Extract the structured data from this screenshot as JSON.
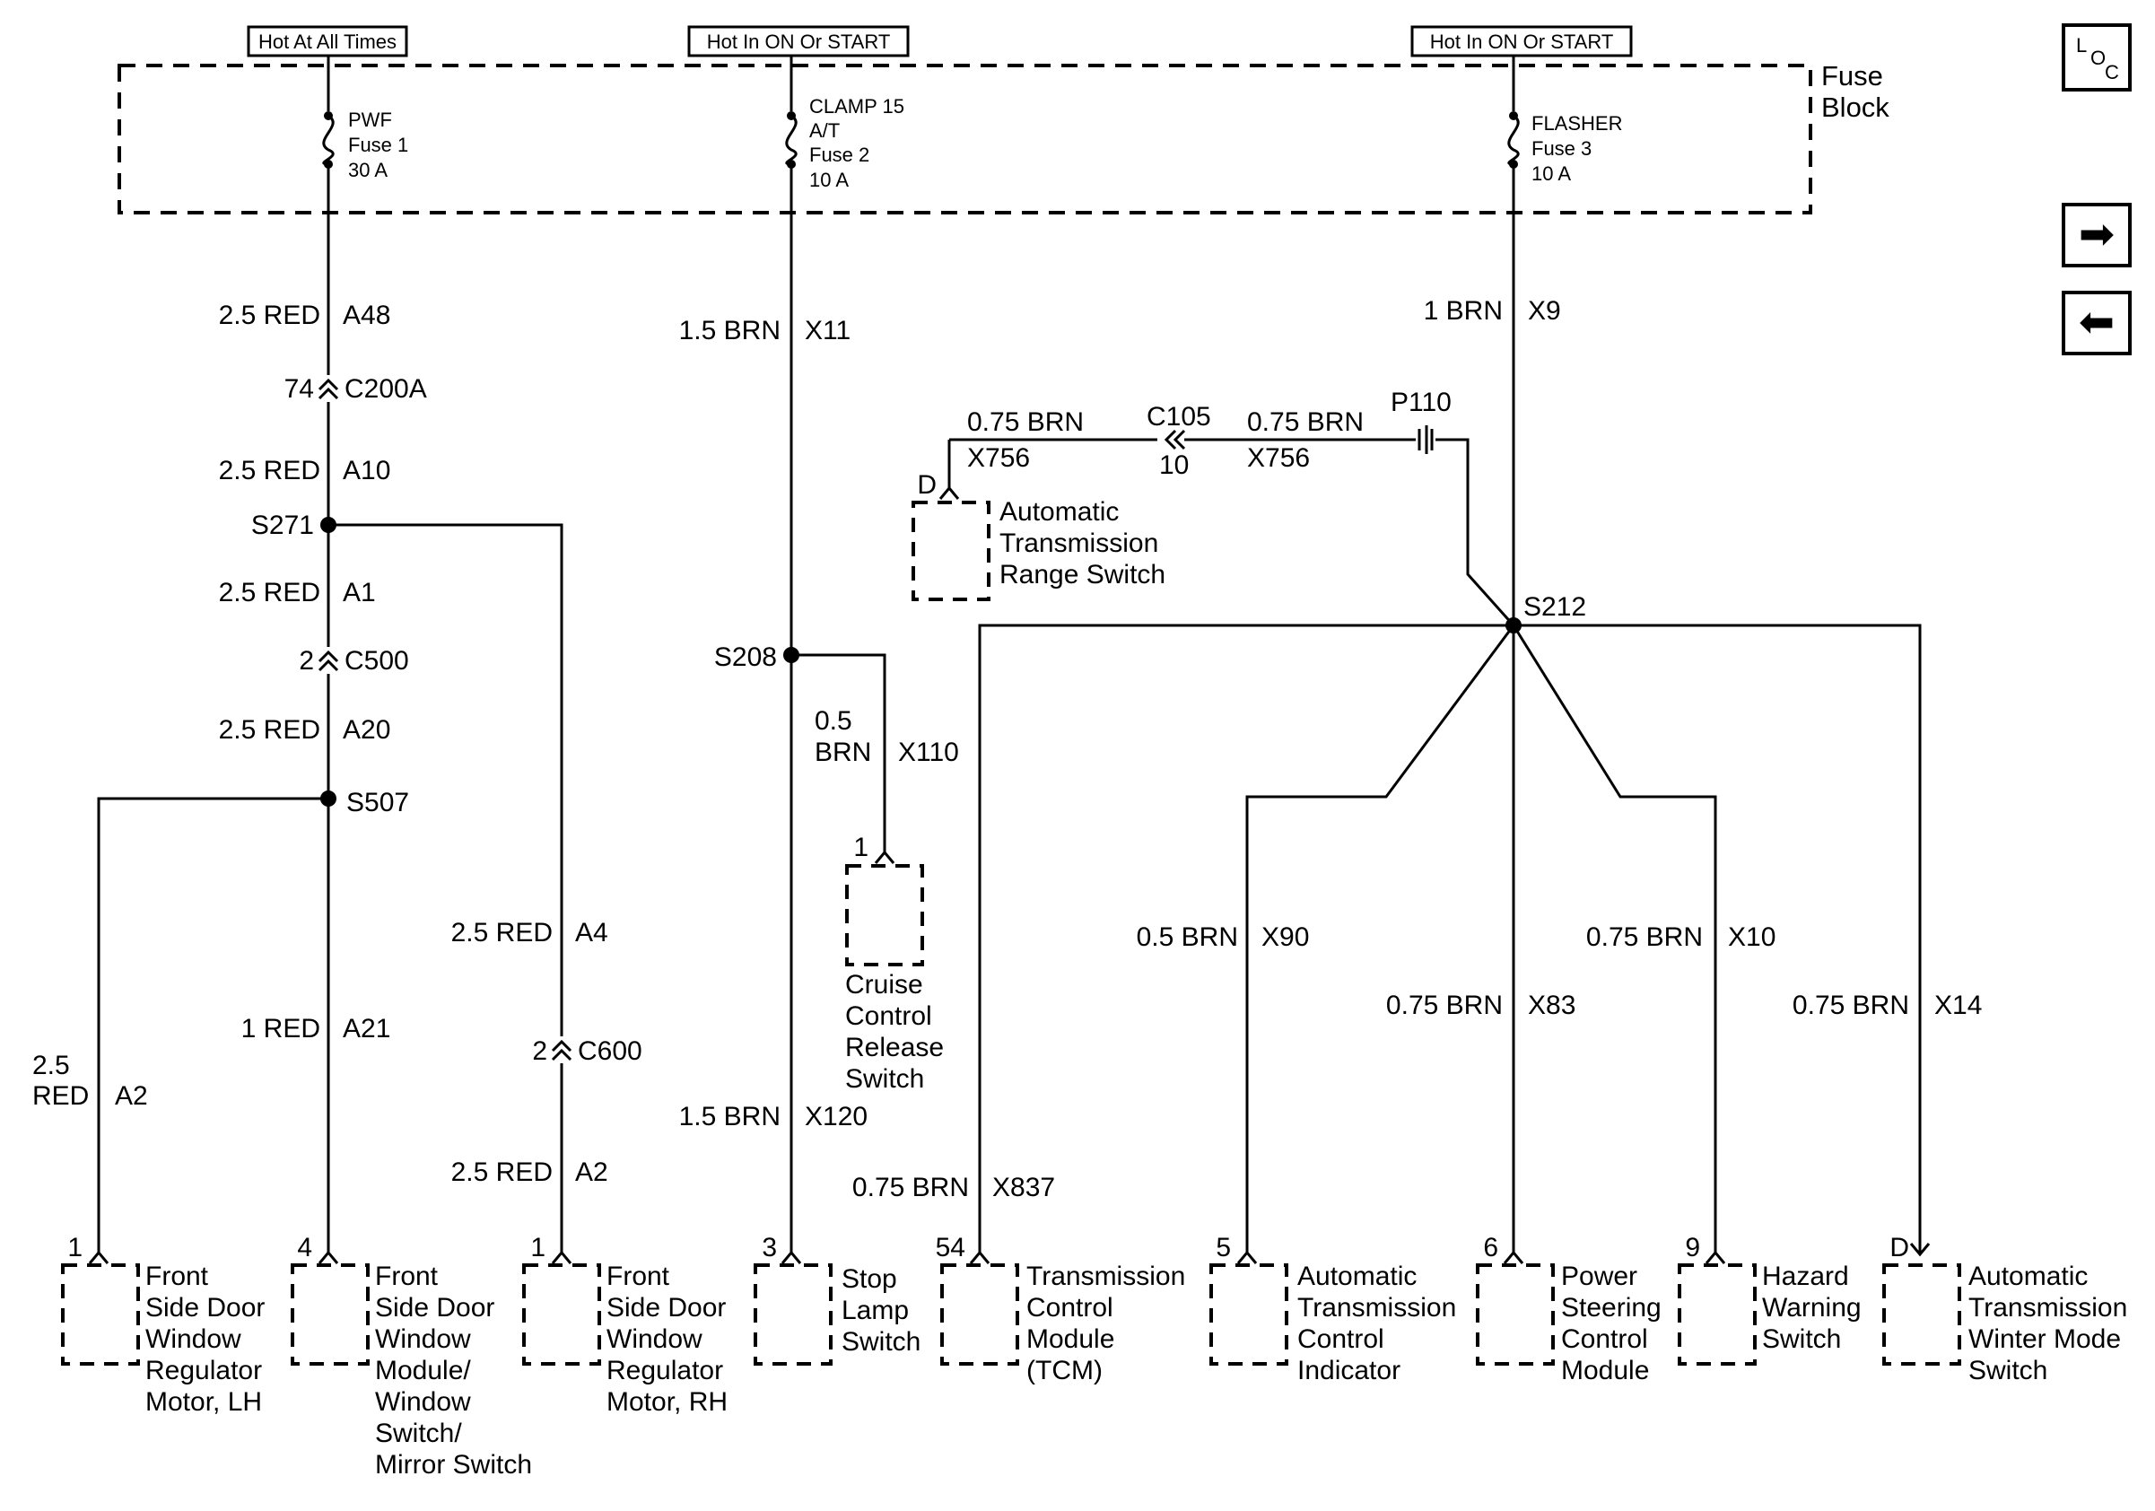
{
  "headers": {
    "h1": "Hot At All Times",
    "h2": "Hot In ON Or START",
    "h3": "Hot In ON Or START"
  },
  "fuse_block": {
    "line1": "Fuse",
    "line2": "Block"
  },
  "fuses": {
    "f1": [
      "PWF",
      "Fuse 1",
      "30 A"
    ],
    "f2": [
      "CLAMP 15",
      "A/T",
      "Fuse 2",
      "10 A"
    ],
    "f3": [
      "FLASHER",
      "Fuse 3",
      "10 A"
    ]
  },
  "nav": {
    "loc_l": "L",
    "loc_o": "O",
    "loc_c": "C",
    "forward_glyph": "➡",
    "back_glyph": "⬅"
  },
  "wires": {
    "w_a48": {
      "size": "2.5 RED",
      "circuit": "A48"
    },
    "w_a10": {
      "size": "2.5 RED",
      "circuit": "A10"
    },
    "w_a1": {
      "size": "2.5 RED",
      "circuit": "A1"
    },
    "w_a20": {
      "size": "2.5 RED",
      "circuit": "A20"
    },
    "w_a2l_1": "2.5",
    "w_a2l_2": "RED",
    "w_a2l_c": "A2",
    "w_a21": {
      "size": "1 RED",
      "circuit": "A21"
    },
    "w_a4": {
      "size": "2.5 RED",
      "circuit": "A4"
    },
    "w_a2r": {
      "size": "2.5 RED",
      "circuit": "A2"
    },
    "w_x11": {
      "size": "1.5 BRN",
      "circuit": "X11"
    },
    "w_x110_1": "0.5",
    "w_x110_2": "BRN",
    "w_x110_c": "X110",
    "w_x120": {
      "size": "1.5 BRN",
      "circuit": "X120"
    },
    "w_x9": {
      "size": "1 BRN",
      "circuit": "X9"
    },
    "w_x756a": {
      "size": "0.75 BRN",
      "circuit": "X756"
    },
    "w_x756b": {
      "size": "0.75 BRN",
      "circuit": "X756"
    },
    "w_x837": {
      "size": "0.75 BRN",
      "circuit": "X837"
    },
    "w_x90": {
      "size": "0.5 BRN",
      "circuit": "X90"
    },
    "w_x83": {
      "size": "0.75 BRN",
      "circuit": "X83"
    },
    "w_x10": {
      "size": "0.75 BRN",
      "circuit": "X10"
    },
    "w_x14": {
      "size": "0.75 BRN",
      "circuit": "X14"
    }
  },
  "connectors": {
    "c200a": {
      "pin": "74",
      "name": "C200A"
    },
    "c500": {
      "pin": "2",
      "name": "C500"
    },
    "c600": {
      "pin": "2",
      "name": "C600"
    },
    "c105": {
      "name": "C105",
      "pin": "10"
    },
    "p110": "P110"
  },
  "splices": {
    "s271": "S271",
    "s507": "S507",
    "s208": "S208",
    "s212": "S212"
  },
  "components": [
    {
      "pin": "1",
      "lines": [
        "Front",
        "Side Door",
        "Window",
        "Regulator",
        "Motor, LH"
      ]
    },
    {
      "pin": "4",
      "lines": [
        "Front",
        "Side Door",
        "Window",
        "Module/",
        "Window",
        "Switch/",
        "Mirror Switch"
      ]
    },
    {
      "pin": "1",
      "lines": [
        "Front",
        "Side Door",
        "Window",
        "Regulator",
        "Motor, RH"
      ]
    },
    {
      "pin": "3",
      "lines": [
        "Stop",
        "Lamp",
        "Switch"
      ]
    },
    {
      "pin": "54",
      "lines": [
        "Transmission",
        "Control",
        "Module",
        "(TCM)"
      ]
    },
    {
      "pin": "5",
      "lines": [
        "Automatic",
        "Transmission",
        "Control",
        "Indicator"
      ]
    },
    {
      "pin": "6",
      "lines": [
        "Power",
        "Steering",
        "Control",
        "Module"
      ]
    },
    {
      "pin": "9",
      "lines": [
        "Hazard",
        "Warning",
        "Switch"
      ]
    },
    {
      "pin": "D",
      "lines": [
        "Automatic",
        "Transmission",
        "Winter Mode",
        "Switch"
      ]
    }
  ],
  "cruise": {
    "pin": "1",
    "lines": [
      "Cruise",
      "Control",
      "Release",
      "Switch"
    ]
  },
  "range_switch": {
    "pin": "D",
    "lines": [
      "Automatic",
      "Transmission",
      "Range Switch"
    ]
  }
}
